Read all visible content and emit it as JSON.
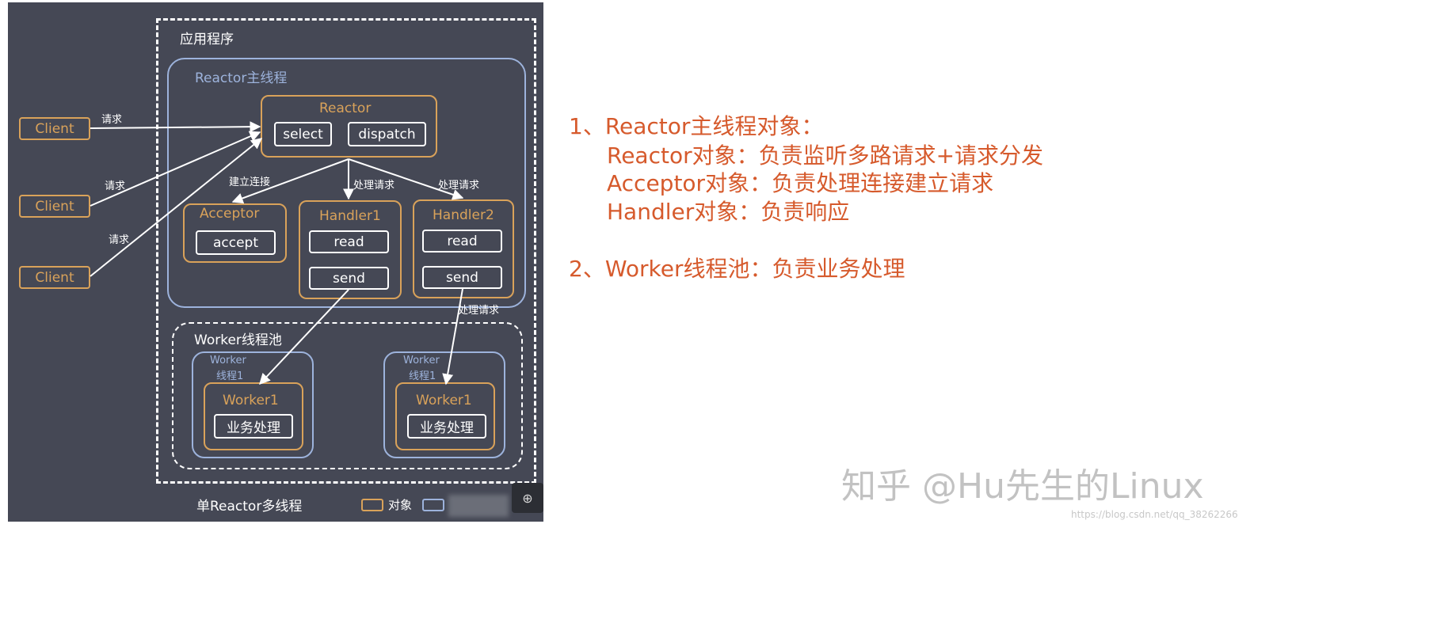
{
  "diagram": {
    "app_label": "应用程序",
    "reactor_thread_label": "Reactor主线程",
    "reactor": {
      "title": "Reactor",
      "select": "select",
      "dispatch": "dispatch"
    },
    "clients": [
      "Client",
      "Client",
      "Client"
    ],
    "request_label": "请求",
    "edge_labels": {
      "connect": "建立连接",
      "handle1": "处理请求",
      "handle2": "处理请求",
      "handle3": "处理请求"
    },
    "acceptor": {
      "title": "Acceptor",
      "method": "accept"
    },
    "handler1": {
      "title": "Handler1",
      "read": "read",
      "send": "send"
    },
    "handler2": {
      "title": "Handler2",
      "read": "read",
      "send": "send"
    },
    "worker_pool_label": "Worker线程池",
    "worker_thread_labels": [
      [
        "Worker",
        "线程1"
      ],
      [
        "Worker",
        "线程1"
      ]
    ],
    "workers": [
      {
        "title": "Worker1",
        "task": "业务处理"
      },
      {
        "title": "Worker1",
        "task": "业务处理"
      }
    ],
    "caption": "单Reactor多线程",
    "legend": {
      "object": "对象"
    }
  },
  "notes": {
    "line1": "1、Reactor主线程对象：",
    "line2": "Reactor对象：负责监听多路请求+请求分发",
    "line3": "Acceptor对象：负责处理连接建立请求",
    "line4": "Handler对象：负责响应",
    "line5": "2、Worker线程池：负责业务处理"
  },
  "watermark": "知乎 @Hu先生的Linux",
  "source_url": "https://blog.csdn.net/qq_38262266",
  "colors": {
    "background": "#454855",
    "object_border": "#d9a25a",
    "thread_border": "#9db3dc",
    "note_text": "#d65a2c"
  }
}
